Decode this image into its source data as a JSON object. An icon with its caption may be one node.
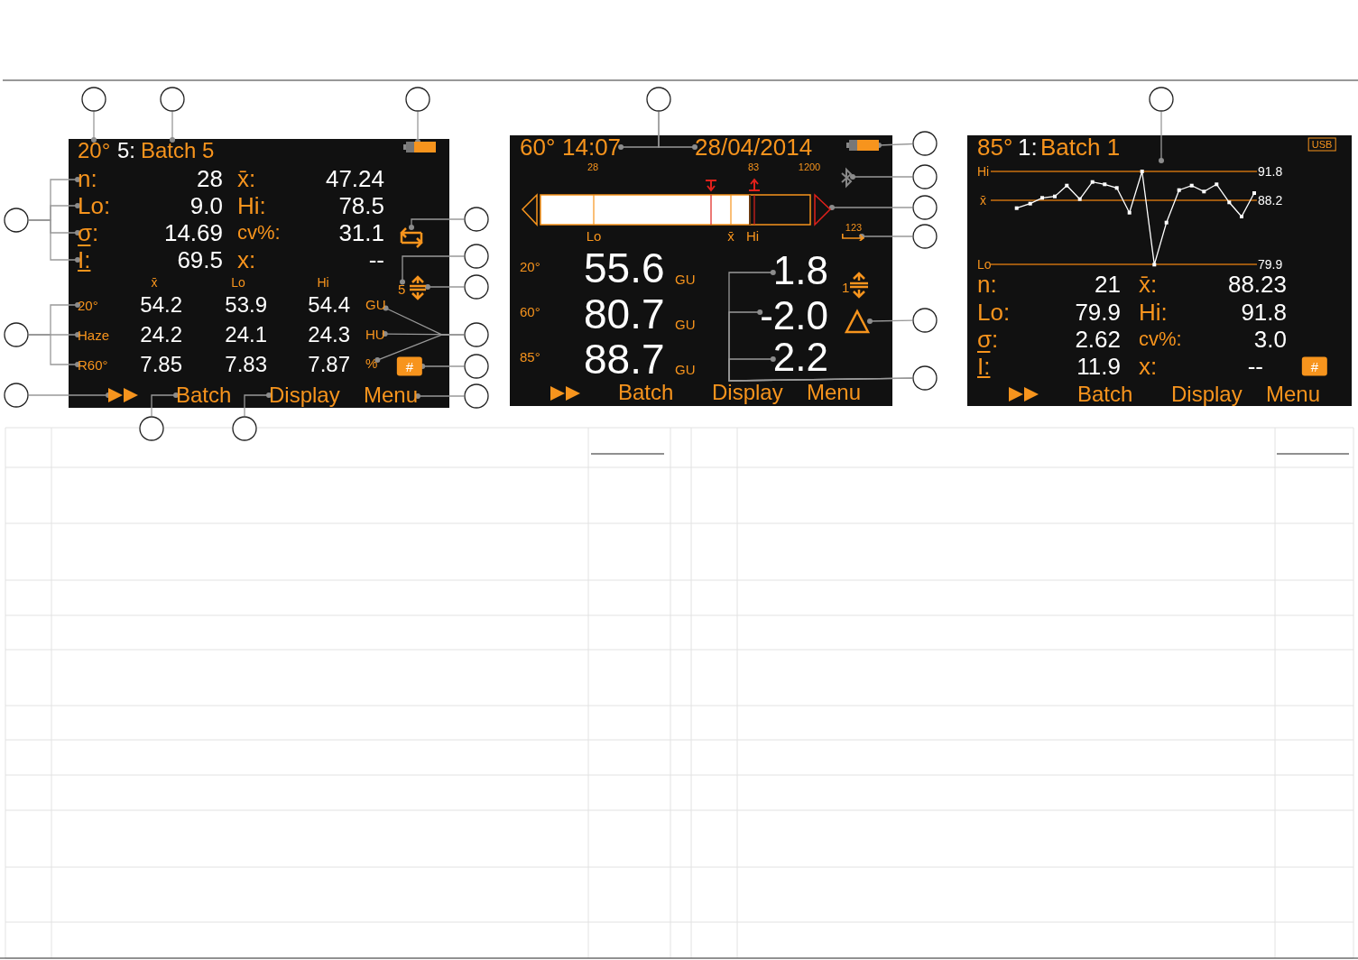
{
  "diagram": {
    "nodes": [
      {
        "text": [],
        "shape": "box"
      },
      {
        "text": [
          "20°"
        ],
        "in": 0
      },
      {
        "text": [
          "Batch 5"
        ],
        "in": 0
      },
      {
        "text": [],
        "shape": "battery",
        "in": 0
      },
      {
        "text": [
          "n:"
        ],
        "in": 0
      },
      {
        "text": [
          "Lo:"
        ],
        "in": 0
      },
      {
        "text": [
          "σ:"
        ],
        "in": 0
      },
      {
        "text": [
          "I:"
        ],
        "in": 0
      },
      {
        "text": [],
        "shape": "arrows",
        "in": 0
      },
      {
        "text": [
          "5"
        ],
        "in": 0
      },
      {
        "text": [],
        "shape": "arrows",
        "in": 0
      },
      {
        "text": [
          "20°"
        ],
        "in": 0
      },
      {
        "text": [
          "Haze"
        ],
        "in": 0
      },
      {
        "text": [
          "R60°"
        ],
        "in": 0
      },
      {
        "text": [
          "GU"
        ],
        "in": 0
      },
      {
        "text": [
          "HU"
        ],
        "in": 0
      },
      {
        "text": [
          "%"
        ],
        "in": 0
      },
      {
        "text": [
          "#"
        ],
        "in": 0
      },
      {
        "text": [],
        "shape": "triangle",
        "in": 0
      },
      {
        "text": [
          "Batch"
        ],
        "in": 0
      },
      {
        "text": [
          "Display"
        ],
        "in": 0
      },
      {
        "text": [
          "Menu"
        ],
        "in": 0
      },
      {
        "text": [],
        "shape": "box"
      },
      {
        "text": [
          "14:07"
        ],
        "in": 22
      },
      {
        "text": [
          "28/04/2014"
        ],
        "in": 22
      },
      {
        "text": [],
        "shape": "battery",
        "in": 22
      },
      {
        "text": [],
        "shape": "icon",
        "in": 22
      },
      {
        "text": [],
        "shape": "bar",
        "in": 22
      },
      {
        "text": [
          "123"
        ],
        "in": 22
      },
      {
        "text": [],
        "shape": "triangle",
        "in": 22
      },
      {
        "text": [
          "1.8"
        ],
        "in": 22
      },
      {
        "text": [
          "-2.0"
        ],
        "in": 22
      },
      {
        "text": [
          "2.2"
        ],
        "in": 22
      },
      {
        "text": [],
        "shape": "box"
      },
      {
        "text": [],
        "shape": "chart",
        "in": 33
      },
      {
        "text": [],
        "shape": "circle"
      },
      {
        "text": [],
        "shape": "circle"
      },
      {
        "text": [],
        "shape": "circle"
      },
      {
        "text": [],
        "shape": "circle"
      },
      {
        "text": [],
        "shape": "circle"
      },
      {
        "text": [],
        "shape": "circle"
      },
      {
        "text": [],
        "shape": "circle"
      },
      {
        "text": [],
        "shape": "circle"
      },
      {
        "text": [],
        "shape": "circle"
      },
      {
        "text": [],
        "shape": "circle"
      },
      {
        "text": [],
        "shape": "circle"
      },
      {
        "text": [],
        "shape": "circle"
      },
      {
        "text": [],
        "shape": "circle"
      },
      {
        "text": [],
        "shape": "circle"
      },
      {
        "text": [],
        "shape": "circle"
      },
      {
        "text": [],
        "shape": "circle"
      },
      {
        "text": [],
        "shape": "circle"
      },
      {
        "text": [],
        "shape": "circle"
      },
      {
        "text": [],
        "shape": "circle"
      },
      {
        "text": [],
        "shape": "circle"
      },
      {
        "text": [],
        "shape": "circle"
      },
      {
        "text": [],
        "shape": "circle"
      },
      {
        "text": [
          "#"
        ],
        "in": 33
      }
    ],
    "edges": [
      {
        "from": 35,
        "to": 1,
        "arrow": "other"
      },
      {
        "from": 36,
        "to": 2,
        "arrow": "other"
      },
      {
        "from": 37,
        "to": 3,
        "arrow": "other"
      },
      {
        "from": 44,
        "to": 4,
        "arrow": "other"
      },
      {
        "from": 44,
        "to": 5,
        "arrow": "other"
      },
      {
        "from": 44,
        "to": 6,
        "arrow": "other"
      },
      {
        "from": 44,
        "to": 7,
        "arrow": "other"
      },
      {
        "from": 43,
        "to": 8,
        "arrow": "other"
      },
      {
        "from": 46,
        "to": 9,
        "arrow": "other"
      },
      {
        "from": 47,
        "to": 10,
        "arrow": "other"
      },
      {
        "from": 49,
        "to": 11,
        "arrow": "other"
      },
      {
        "from": 49,
        "to": 12,
        "arrow": "other"
      },
      {
        "from": 49,
        "to": 13,
        "arrow": "other"
      },
      {
        "from": 50,
        "to": 14,
        "arrow": "other"
      },
      {
        "from": 50,
        "to": 15,
        "arrow": "other"
      },
      {
        "from": 50,
        "to": 16,
        "arrow": "other"
      },
      {
        "from": 51,
        "to": 17,
        "arrow": "other"
      },
      {
        "from": 53,
        "to": 18,
        "arrow": "other"
      },
      {
        "from": 55,
        "to": 19,
        "arrow": "other"
      },
      {
        "from": 56,
        "to": 20,
        "arrow": "other"
      },
      {
        "from": 54,
        "to": 21,
        "arrow": "other"
      },
      {
        "from": 38,
        "to": 23,
        "arrow": "other"
      },
      {
        "from": 38,
        "to": 24,
        "arrow": "other"
      },
      {
        "from": 40,
        "to": 25,
        "arrow": "other"
      },
      {
        "from": 41,
        "to": 26,
        "arrow": "other"
      },
      {
        "from": 42,
        "to": 27,
        "arrow": "other"
      },
      {
        "from": 45,
        "to": 28,
        "arrow": "other"
      },
      {
        "from": 48,
        "to": 29,
        "arrow": "other"
      },
      {
        "from": 52,
        "to": 30,
        "arrow": "other"
      },
      {
        "from": 52,
        "to": 31,
        "arrow": "other"
      },
      {
        "from": 52,
        "to": 32,
        "arrow": "other"
      },
      {
        "from": 39,
        "to": 34,
        "arrow": "other"
      }
    ],
    "labels": [
      "5:",
      "28",
      "x̄:",
      "47.24",
      "9.0",
      "Hi:",
      "78.5",
      "14.69",
      "cv%:",
      "31.1",
      "69.5",
      "x:",
      "--",
      "x̄",
      "Lo",
      "Hi",
      "54.2",
      "53.9",
      "54.4",
      "24.2",
      "24.1",
      "24.3",
      "7.85",
      "7.83",
      "7.87",
      "60°",
      "28",
      "83",
      "1200",
      "Lo",
      "x̄",
      "Hi",
      "20°",
      "55.6",
      "GU",
      "60°",
      "80.7",
      "GU",
      "85°",
      "88.7",
      "GU",
      "1",
      "Batch",
      "Display",
      "Menu",
      "85°",
      "1:",
      "Batch 1",
      "USB",
      "Hi",
      "91.8",
      "x̄",
      "88.2",
      "Lo",
      "79.9",
      "n:",
      "21",
      "x̄:",
      "88.23",
      "Lo:",
      "79.9",
      "Hi:",
      "91.8",
      "σ:",
      "2.62",
      "cv%:",
      "3.0",
      "I:",
      "11.9",
      "x:",
      "--",
      "Batch",
      "Display",
      "Menu"
    ]
  }
}
